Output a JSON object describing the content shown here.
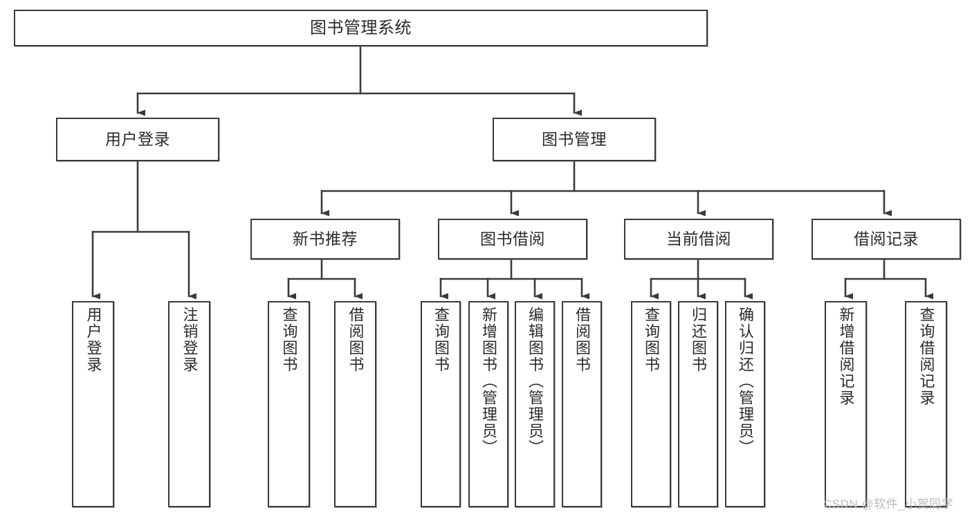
{
  "diagram": {
    "title": "图书管理系统",
    "type": "tree-hierarchy-chart",
    "watermark": "CSDN @软件_小贺同学",
    "colors": {
      "background": "#ffffff",
      "box_border": "#3a3a3a",
      "box_fill": "#ffffff",
      "edge": "#3a3a3a",
      "text": "#2b2b2b",
      "watermark": "#b9b9b9"
    },
    "nodes": {
      "root": {
        "label": "图书管理系统"
      },
      "level1": [
        {
          "id": "user-login",
          "label": "用户登录"
        },
        {
          "id": "book-management",
          "label": "图书管理"
        }
      ],
      "level2": [
        {
          "id": "new-book-recommend",
          "label": "新书推荐"
        },
        {
          "id": "book-borrow",
          "label": "图书借阅"
        },
        {
          "id": "current-borrow",
          "label": "当前借阅"
        },
        {
          "id": "borrow-record",
          "label": "借阅记录"
        }
      ],
      "leaves": {
        "user-login": [
          {
            "id": "leaf-user-login",
            "label": "用户登录"
          },
          {
            "id": "leaf-logout",
            "label": "注销登录"
          }
        ],
        "new-book-recommend": [
          {
            "id": "leaf-query-book-1",
            "label": "查询图书"
          },
          {
            "id": "leaf-borrow-book-1",
            "label": "借阅图书"
          }
        ],
        "book-borrow": [
          {
            "id": "leaf-query-book-2",
            "label": "查询图书"
          },
          {
            "id": "leaf-add-book",
            "label": "新增图书（管理员）"
          },
          {
            "id": "leaf-edit-book",
            "label": "编辑图书（管理员）"
          },
          {
            "id": "leaf-borrow-book-2",
            "label": "借阅图书"
          }
        ],
        "current-borrow": [
          {
            "id": "leaf-query-book-3",
            "label": "查询图书"
          },
          {
            "id": "leaf-return-book",
            "label": "归还图书"
          },
          {
            "id": "leaf-confirm-return",
            "label": "确认归还（管理员）"
          }
        ],
        "borrow-record": [
          {
            "id": "leaf-add-record",
            "label": "新增借阅记录"
          },
          {
            "id": "leaf-query-record",
            "label": "查询借阅记录"
          }
        ]
      }
    }
  }
}
